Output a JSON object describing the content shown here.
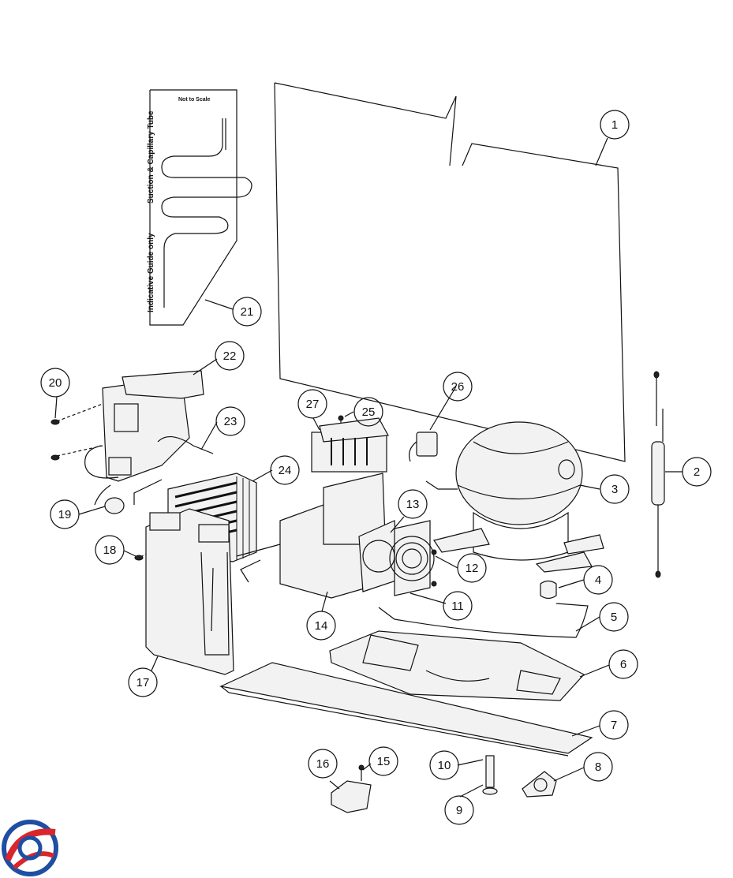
{
  "guide": {
    "scale_note": "Not to Scale",
    "label_top": "Suction & Capillary Tube",
    "label_bottom": "Indicative Guide only"
  },
  "callouts": [
    "1",
    "2",
    "3",
    "4",
    "5",
    "6",
    "7",
    "8",
    "9",
    "10",
    "11",
    "12",
    "13",
    "14",
    "15",
    "16",
    "17",
    "18",
    "19",
    "20",
    "21",
    "22",
    "23",
    "24",
    "25",
    "26",
    "27"
  ],
  "logo": {
    "name": "brand-logo",
    "colors": [
      "#1f4fa3",
      "#d8262b"
    ]
  }
}
